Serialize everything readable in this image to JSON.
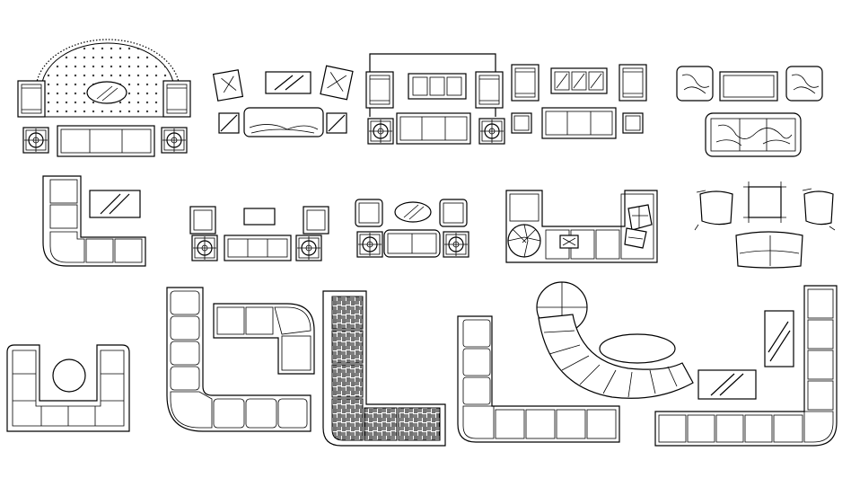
{
  "drawing": {
    "background": "#ffffff",
    "line_color": "#000000",
    "text_labels": []
  },
  "blocks": [
    {
      "id": "round-lounge-set",
      "icon": "sofa-plan-icon"
    },
    {
      "id": "pillow-sofa-set",
      "icon": "sofa-plan-icon"
    },
    {
      "id": "framed-sofa-set",
      "icon": "sofa-plan-icon"
    },
    {
      "id": "small-sofa-set",
      "icon": "sofa-plan-icon"
    },
    {
      "id": "patterned-sofa-set",
      "icon": "sofa-plan-icon"
    },
    {
      "id": "l-corner-sofa",
      "icon": "sofa-plan-icon"
    },
    {
      "id": "lamp-sofa-set",
      "icon": "sofa-plan-icon"
    },
    {
      "id": "oval-table-set",
      "icon": "sofa-plan-icon"
    },
    {
      "id": "corner-sectional",
      "icon": "sofa-plan-icon"
    },
    {
      "id": "sketch-sofa-set",
      "icon": "sofa-plan-icon"
    },
    {
      "id": "u-sofa-round-table",
      "icon": "sofa-plan-icon"
    },
    {
      "id": "j-sectional",
      "icon": "sofa-plan-icon"
    },
    {
      "id": "curved-tufted-sectional",
      "icon": "sofa-plan-icon"
    },
    {
      "id": "hatched-l-sectional",
      "icon": "sofa-plan-icon"
    },
    {
      "id": "l-sectional-plain",
      "icon": "sofa-plan-icon"
    },
    {
      "id": "curved-sectional-oval",
      "icon": "sofa-plan-icon"
    },
    {
      "id": "long-l-sectional",
      "icon": "sofa-plan-icon"
    }
  ]
}
